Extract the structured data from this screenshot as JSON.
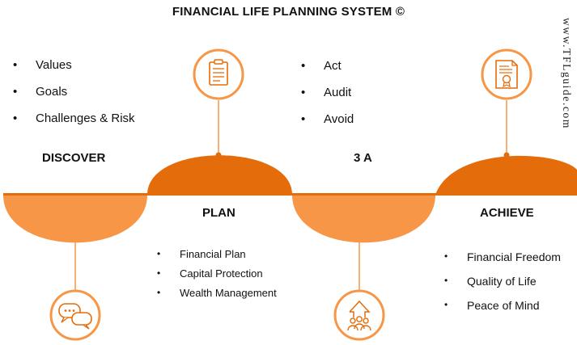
{
  "title": "FINANCIAL LIFE PLANNING SYSTEM ©",
  "watermark": "www.TFLguide.com",
  "colors": {
    "orange_dark": "#e46c0a",
    "orange_light": "#f79646",
    "icon_stroke": "#e46c0a"
  },
  "phases": [
    {
      "label": "DISCOVER",
      "icon": "chat-bubbles-icon",
      "items": [
        "Values",
        "Goals",
        "Challenges & Risk"
      ]
    },
    {
      "label": "PLAN",
      "icon": "clipboard-icon",
      "items": [
        "Financial  Plan",
        "Capital Protection",
        "Wealth Management"
      ]
    },
    {
      "label": "3 A",
      "icon": "team-growth-icon",
      "items": [
        "Act",
        "Audit",
        "Avoid"
      ]
    },
    {
      "label": "ACHIEVE",
      "icon": "certificate-icon",
      "items": [
        "Financial Freedom",
        "Quality of Life",
        "Peace of Mind"
      ]
    }
  ]
}
